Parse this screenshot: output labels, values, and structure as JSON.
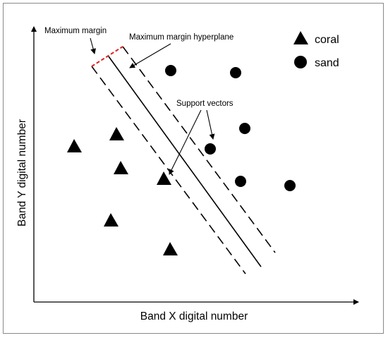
{
  "annotations": {
    "maximum_margin": "Maximum margin",
    "hyperplane": "Maximum margin hyperplane",
    "support_vectors": "Support vectors"
  },
  "legend": {
    "coral": "coral",
    "sand": "sand"
  },
  "axes": {
    "x_label": "Band X digital number",
    "y_label": "Band Y digital number"
  },
  "colors": {
    "ink": "#000000",
    "margin_marker": "#e02020",
    "frame": "#8a8a8a"
  },
  "legend_icons": {
    "coral": "triangle",
    "sand": "circle"
  }
}
